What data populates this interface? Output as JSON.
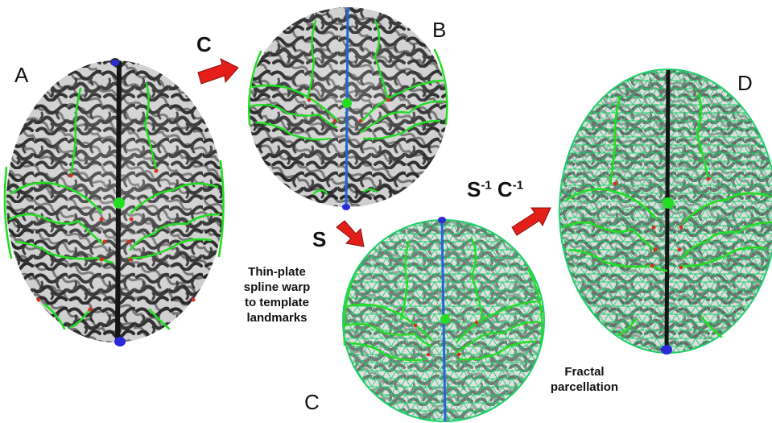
{
  "panels": {
    "a": "A",
    "b": "B",
    "c": "C",
    "d": "D"
  },
  "operations": {
    "to_sphere": "C",
    "warp": "S",
    "inverse_main": "S",
    "inverse_exp1": "-1",
    "inverse_second": "C",
    "inverse_exp2": "-1"
  },
  "captions": {
    "warp_lines": [
      "Thin-plate",
      "spline warp",
      "to template",
      "landmarks"
    ],
    "fractal_lines": [
      "Fractal",
      "parcellation"
    ]
  },
  "colors": {
    "background": "#ffffff",
    "sulci_lines": "#22dd22",
    "mesh": "#1ecf6a",
    "midline": "#2266dd",
    "landmark_poles": "#2a2ad8",
    "landmark_points": "#d83020",
    "arrows": "#e41f1a",
    "cortex_light": "#d6d6d6",
    "cortex_dark": "#2a2a2a"
  }
}
